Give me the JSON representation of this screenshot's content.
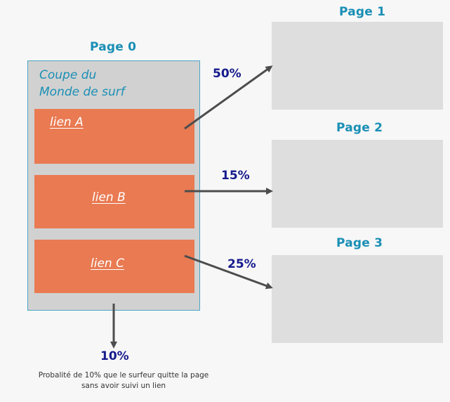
{
  "pages": {
    "page0": {
      "title": "Page 0",
      "heading_line1": "Coupe du",
      "heading_line2": "Monde de surf"
    },
    "page1": {
      "title": "Page 1"
    },
    "page2": {
      "title": "Page 2"
    },
    "page3": {
      "title": "Page 3"
    }
  },
  "links": [
    {
      "label": "lien A",
      "percent": "50%"
    },
    {
      "label": "lien B",
      "percent": "15%"
    },
    {
      "label": "lien C",
      "percent": "25%"
    }
  ],
  "exit": {
    "percent": "10%",
    "caption_line1": "Probalité de 10% que le surfeur quitte la page",
    "caption_line2": "sans avoir suivi un lien"
  },
  "colors": {
    "title": "#1a8fb5",
    "percent": "#151a8c",
    "link_fill": "#e97a52",
    "page0_fill": "#d1d1d1",
    "target_fill": "#dedede",
    "arrow": "#4d4d4d"
  }
}
